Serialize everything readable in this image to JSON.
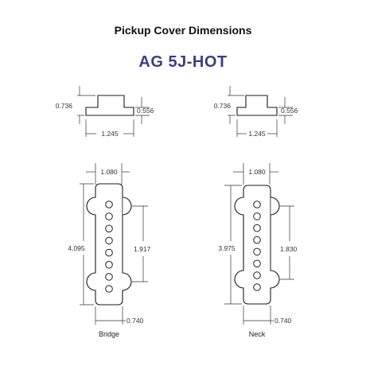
{
  "header": {
    "title": "Pickup Cover Dimensions",
    "model": "AG 5J-HOT"
  },
  "side_views": {
    "left": {
      "height_overall": "0.736",
      "height_ears": "0.556",
      "width": "1.245"
    },
    "right": {
      "height_overall": "0.736",
      "height_ears": "0.556",
      "width": "1.245"
    }
  },
  "top_views": {
    "bridge": {
      "width": "1.080",
      "length": "4.095",
      "mount_spacing": "1.917",
      "ear_width": "0.740",
      "caption": "Bridge",
      "pole_count": 8
    },
    "neck": {
      "width": "1.080",
      "length": "3.975",
      "mount_spacing": "1.830",
      "ear_width": "0.740",
      "caption": "Neck",
      "pole_count": 8
    }
  }
}
